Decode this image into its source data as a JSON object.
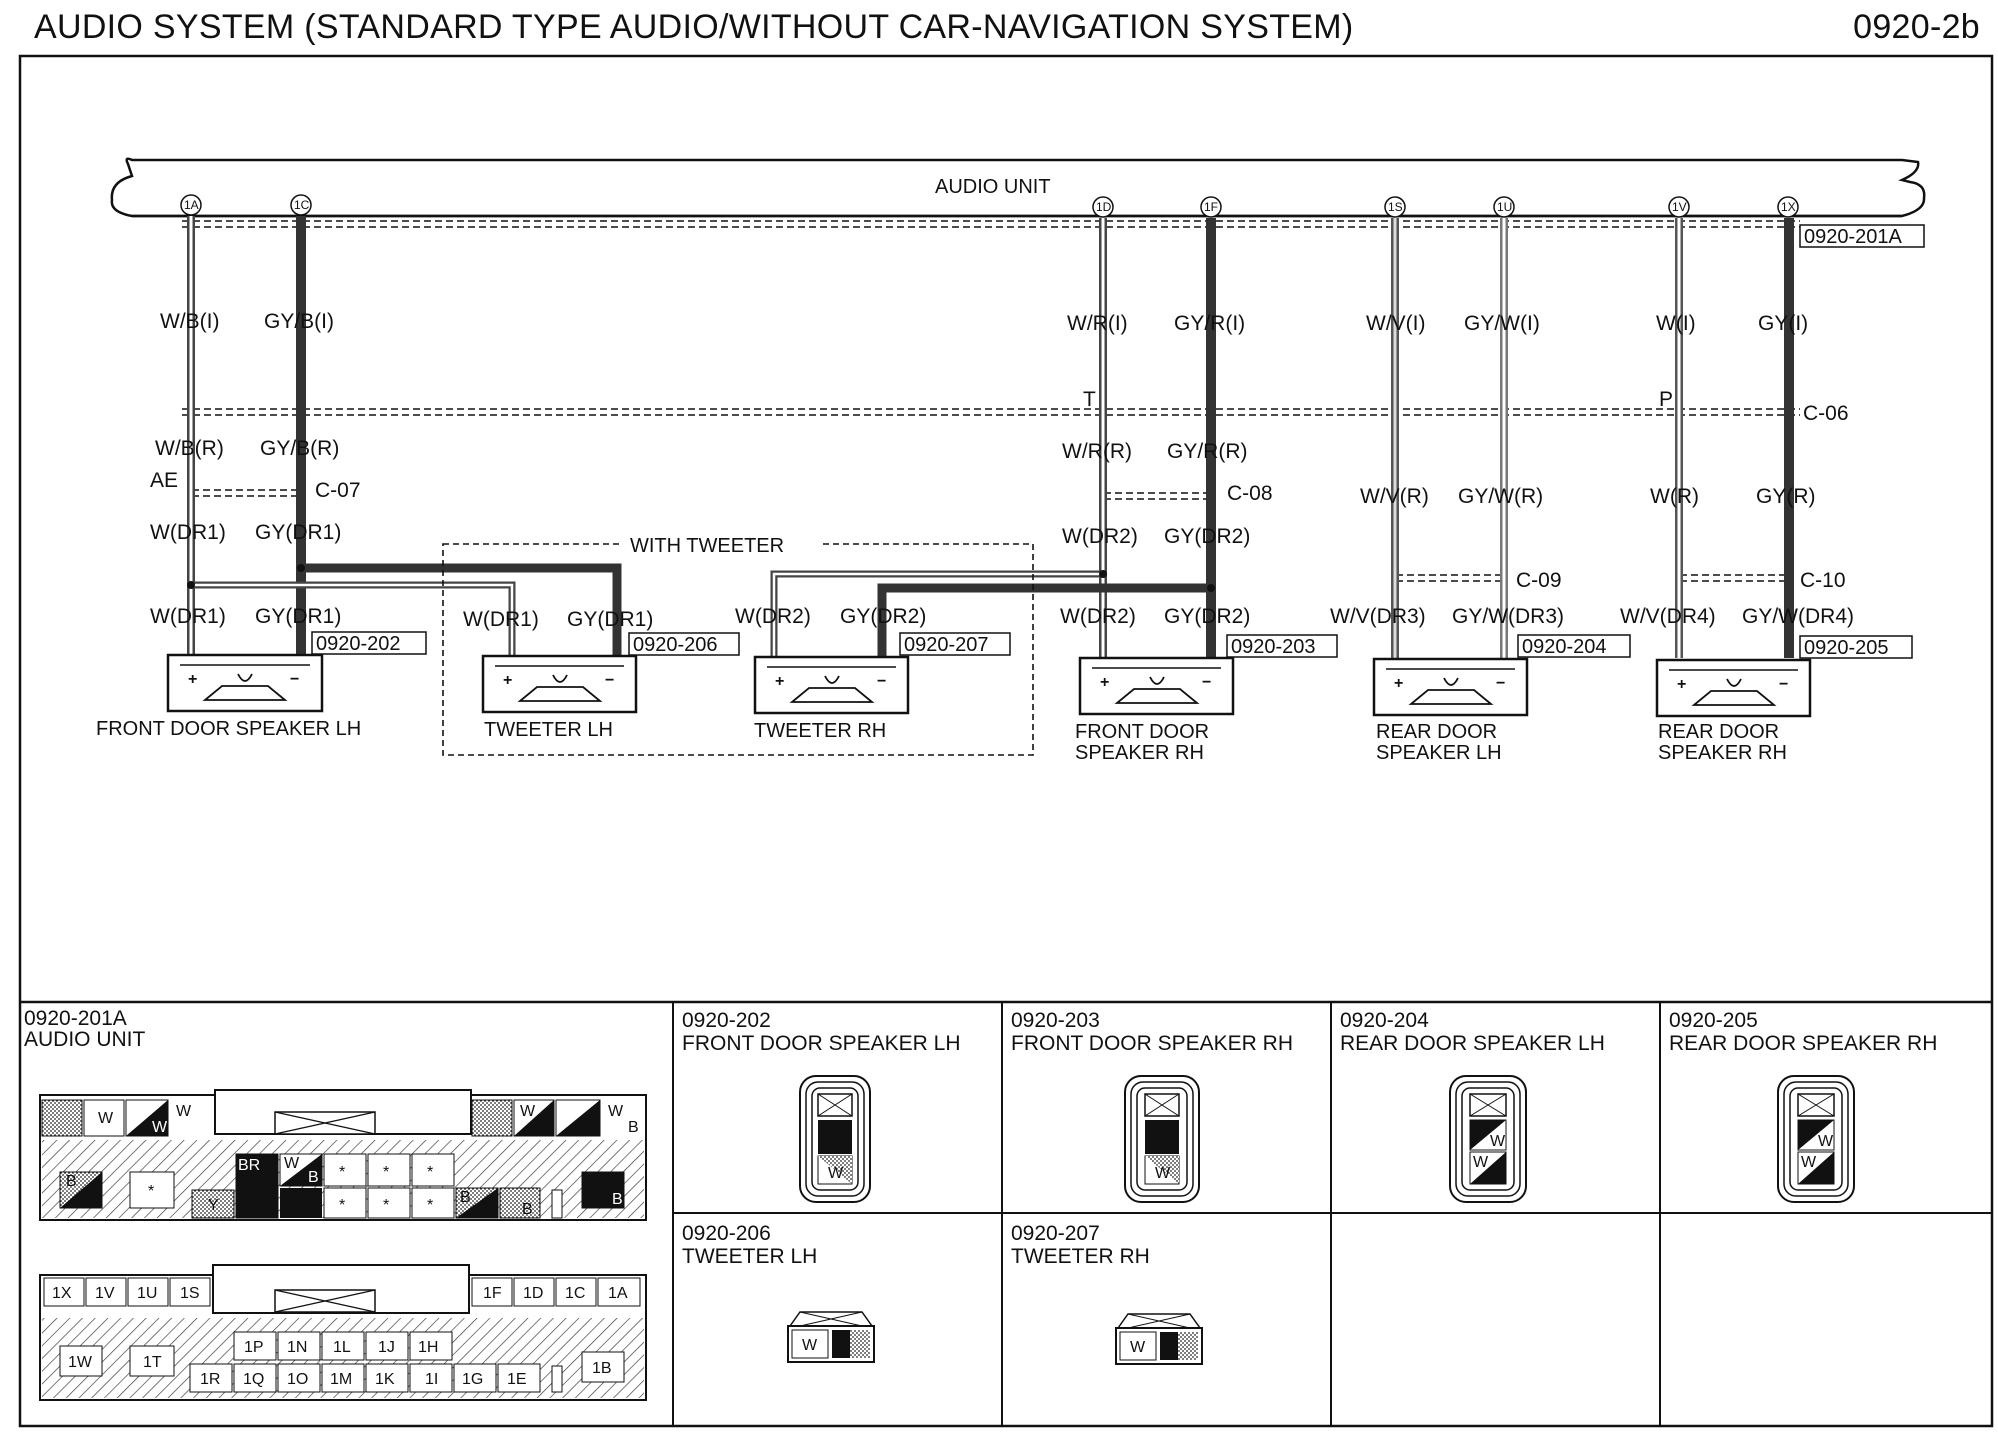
{
  "header": {
    "title": "AUDIO SYSTEM (STANDARD TYPE AUDIO/WITHOUT CAR-NAVIGATION SYSTEM)",
    "page": "0920-2b"
  },
  "audio_unit": {
    "label": "AUDIO UNIT",
    "ref": "0920-201A"
  },
  "pins": [
    {
      "id": "1A"
    },
    {
      "id": "1C"
    },
    {
      "id": "1D"
    },
    {
      "id": "1F"
    },
    {
      "id": "1S"
    },
    {
      "id": "1U"
    },
    {
      "id": "1V"
    },
    {
      "id": "1X"
    }
  ],
  "wires": {
    "w1a": [
      "W/B(I)",
      "W/B(R)",
      "W(DR1)",
      "W(DR1)"
    ],
    "w1c": [
      "GY/B(I)",
      "GY/B(R)",
      "GY(DR1)",
      "GY(DR1)"
    ],
    "w1d": [
      "W/R(I)",
      "W/R(R)",
      "W(DR2)",
      "W(DR2)"
    ],
    "w1f": [
      "GY/R(I)",
      "GY/R(R)",
      "GY(DR2)",
      "GY(DR2)"
    ],
    "w1s": [
      "W/V(I)",
      "W/V(R)",
      "W/V(DR3)"
    ],
    "w1u": [
      "GY/W(I)",
      "GY/W(R)",
      "GY/W(DR3)"
    ],
    "w1v": [
      "W(I)",
      "W(R)",
      "W/V(DR4)"
    ],
    "w1x": [
      "GY(I)",
      "GY(R)",
      "GY/W(DR4)"
    ],
    "tw_lh": [
      "W(DR1)",
      "GY(DR1)"
    ],
    "tw_rh": [
      "W(DR2)",
      "GY(DR2)"
    ]
  },
  "connectors": {
    "c06": "C-06",
    "c07": "C-07",
    "c08": "C-08",
    "c09": "C-09",
    "c10": "C-10"
  },
  "marks": {
    "ae": "AE",
    "t": "T",
    "p": "P"
  },
  "with_tweeter": "WITH TWEETER",
  "speakers": [
    {
      "ref": "0920-202",
      "label1": "FRONT DOOR SPEAKER LH",
      "label2": ""
    },
    {
      "ref": "0920-206",
      "label1": "TWEETER LH",
      "label2": ""
    },
    {
      "ref": "0920-207",
      "label1": "TWEETER RH",
      "label2": ""
    },
    {
      "ref": "0920-203",
      "label1": "FRONT DOOR",
      "label2": "SPEAKER RH"
    },
    {
      "ref": "0920-204",
      "label1": "REAR DOOR",
      "label2": "SPEAKER LH"
    },
    {
      "ref": "0920-205",
      "label1": "REAR DOOR",
      "label2": "SPEAKER RH"
    }
  ],
  "terminals": {
    "plus": "+",
    "minus": "−"
  },
  "panels": {
    "p201a": {
      "ref": "0920-201A",
      "name": "AUDIO UNIT"
    },
    "p202": {
      "ref": "0920-202",
      "name": "FRONT DOOR SPEAKER LH"
    },
    "p203": {
      "ref": "0920-203",
      "name": "FRONT DOOR SPEAKER RH"
    },
    "p204": {
      "ref": "0920-204",
      "name": "REAR DOOR SPEAKER LH"
    },
    "p205": {
      "ref": "0920-205",
      "name": "REAR DOOR SPEAKER RH"
    },
    "p206": {
      "ref": "0920-206",
      "name": "TWEETER LH"
    },
    "p207": {
      "ref": "0920-207",
      "name": "TWEETER RH"
    }
  },
  "connector_faces": {
    "upper_top": [
      "W",
      "W",
      "W",
      "W",
      "B",
      "W",
      "B"
    ],
    "upper_mid": [
      "B",
      "*",
      "Y",
      "BR",
      "W",
      "B",
      "*",
      "*",
      "*",
      "*",
      "*",
      "*",
      "B",
      "B",
      "B"
    ],
    "lower_top": [
      "1X",
      "1V",
      "1U",
      "1S",
      "1F",
      "1D",
      "1C",
      "1A"
    ],
    "lower_row1": [
      "1P",
      "1N",
      "1L",
      "1J",
      "1H"
    ],
    "lower_row2": [
      "1R",
      "1Q",
      "1O",
      "1M",
      "1K",
      "1I",
      "1G",
      "1E"
    ],
    "lower_side": [
      "1W",
      "1T",
      "1B"
    ],
    "speaker_pin": "W"
  }
}
